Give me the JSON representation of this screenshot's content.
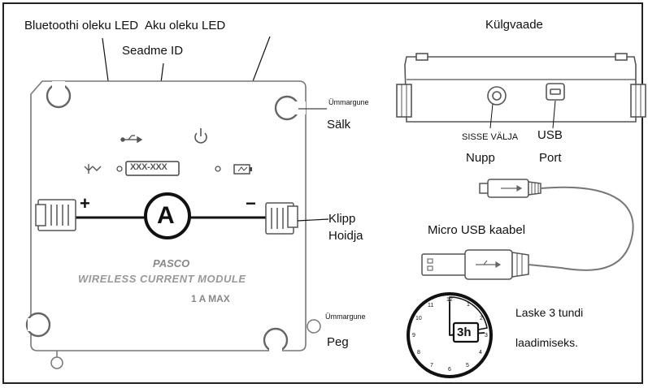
{
  "labels": {
    "bluetooth_led": "Bluetoothi oleku LED",
    "battery_led": "Aku oleku LED",
    "device_id": "Seadme ID",
    "side_view": "Külgvaade",
    "round_lug": "Ümmargune",
    "lug": "Sälk",
    "power_button_top": "SISSE VÄLJA",
    "power_button_bottom": "Nupp",
    "usb_top": "USB",
    "usb_bottom": "Port",
    "clip_top": "Klipp",
    "clip_bottom": "Hoidja",
    "micro_usb_cable": "Micro USB kaabel",
    "round_peg": "Ümmargune",
    "peg": "Peg",
    "charge_line1": "Laske 3 tundi",
    "charge_line2": "laadimiseks."
  },
  "device": {
    "id_text": "XXX-XXX",
    "brand": "PASCO",
    "model": "WIRELESS CURRENT MODULE",
    "rating": "1 A MAX",
    "plus": "+",
    "minus": "−",
    "ammeter_symbol": "A"
  },
  "clock": {
    "badge": "3h",
    "numbers": [
      "12",
      "1",
      "2",
      "3",
      "4",
      "5",
      "6",
      "7",
      "8",
      "9",
      "10",
      "11"
    ]
  }
}
